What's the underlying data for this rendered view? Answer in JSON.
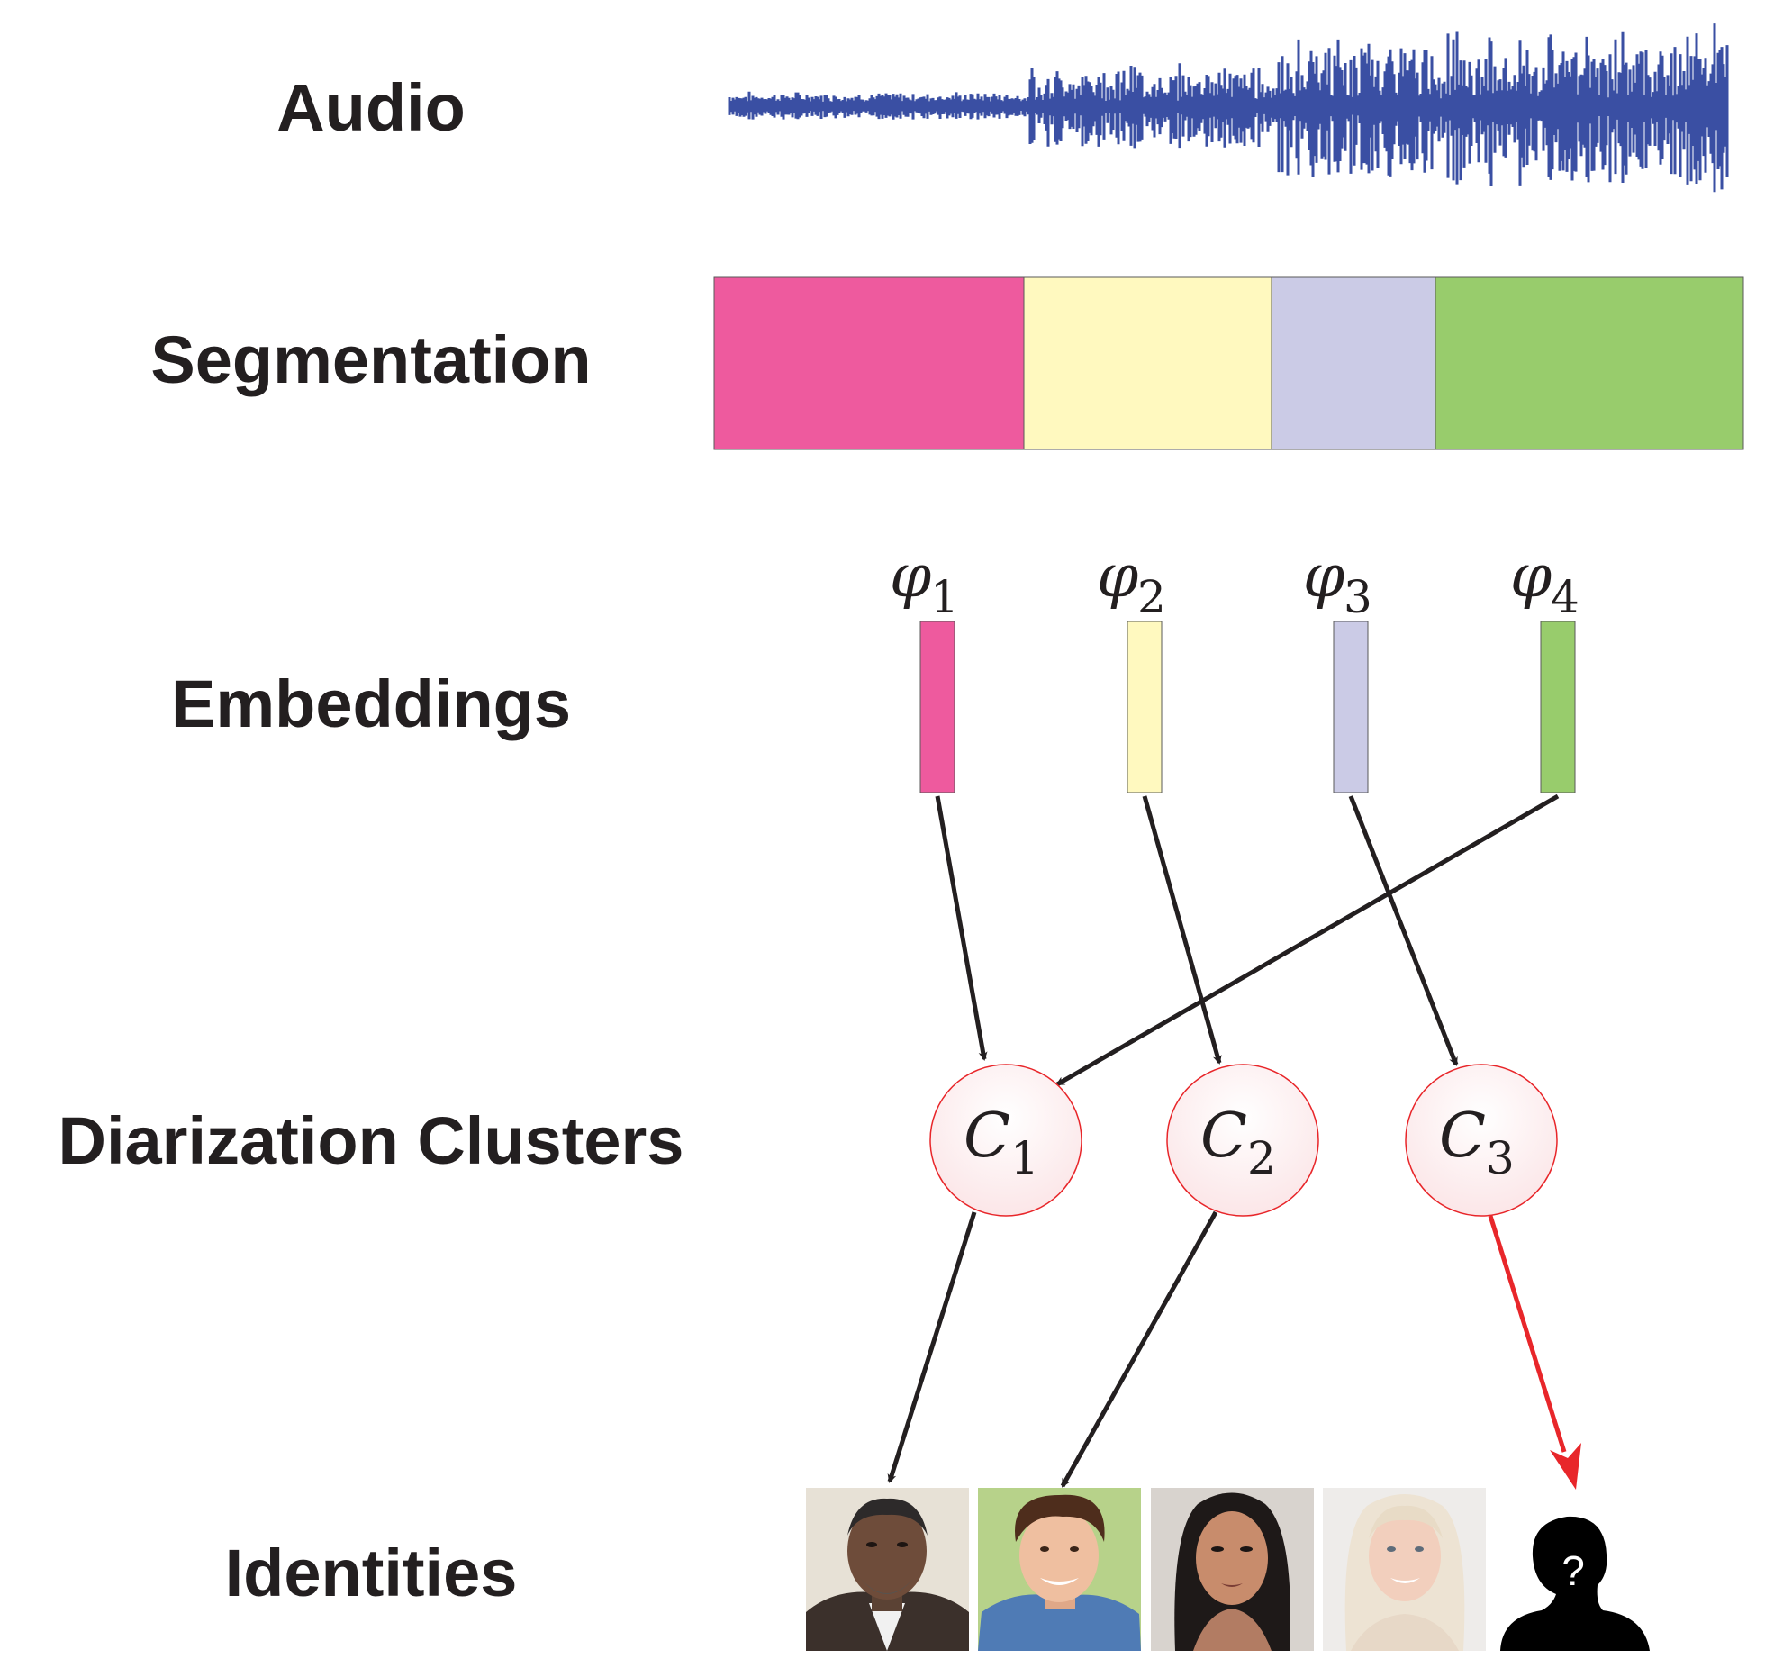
{
  "rows": {
    "audio": "Audio",
    "segmentation": "Segmentation",
    "embeddings": "Embeddings",
    "clusters": "Diarization Clusters",
    "identities": "Identities"
  },
  "colors": {
    "waveform": "#3a4fa3",
    "segment_1": "#ee5a9e",
    "segment_2": "#fff9bf",
    "segment_3": "#cbcbe6",
    "segment_4": "#98cc6c",
    "arrow": "#231f20",
    "unknown_arrow": "#e8262a",
    "cluster_stroke": "#e8262a"
  },
  "embeddings": [
    {
      "symbol": "φ",
      "index": "1"
    },
    {
      "symbol": "φ",
      "index": "2"
    },
    {
      "symbol": "φ",
      "index": "3"
    },
    {
      "symbol": "φ",
      "index": "4"
    }
  ],
  "clusters": [
    {
      "symbol": "C",
      "index": "1"
    },
    {
      "symbol": "C",
      "index": "2"
    },
    {
      "symbol": "C",
      "index": "3"
    }
  ],
  "identities": [
    {
      "icon": "older-man-portrait"
    },
    {
      "icon": "young-man-portrait"
    },
    {
      "icon": "woman-dark-hair-portrait"
    },
    {
      "icon": "woman-blonde-portrait"
    },
    {
      "icon": "unknown-person-silhouette",
      "glyph": "?"
    }
  ]
}
